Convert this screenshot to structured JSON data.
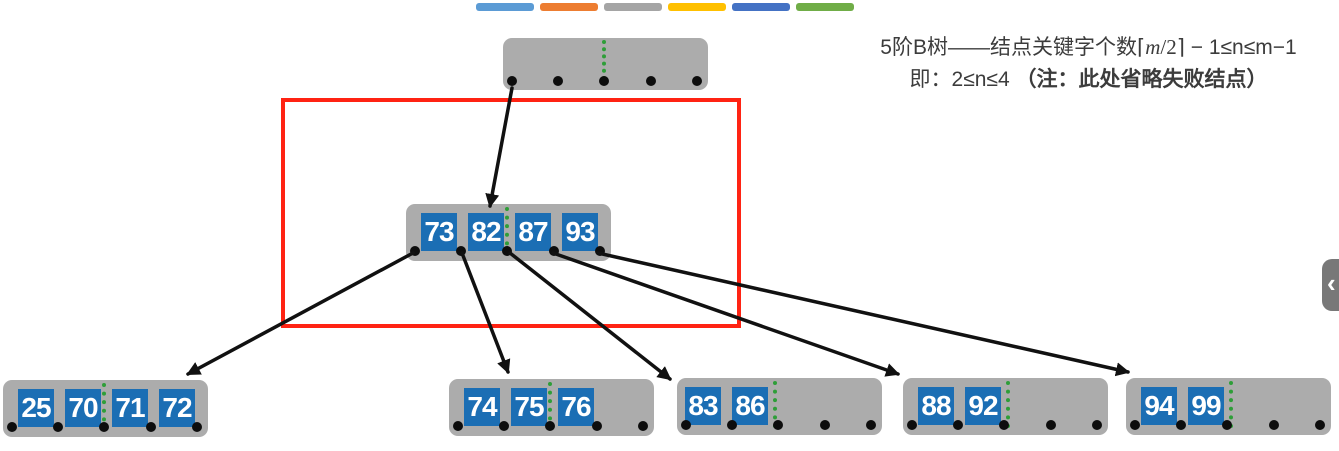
{
  "caption": {
    "line1": {
      "prefix": "5阶B树——结点关键字个数",
      "lceil": "⌈",
      "m1": "m",
      "frac": "/2",
      "rceil": "⌉",
      "mid": " − 1≤n≤",
      "m2": "m",
      "tail": "−1"
    },
    "line2": {
      "normal": "即：2≤n≤4 ",
      "bold": "（注：此处省略失败结点）"
    }
  },
  "toolbar_bars": {
    "colors": [
      "#5B9BD5",
      "#ED7D31",
      "#A5A5A5",
      "#FFC000",
      "#4472C4",
      "#70AD47"
    ]
  },
  "side_tab": {
    "chevron": "‹"
  },
  "tree": {
    "order_label": "5阶B树",
    "root": {
      "keys": []
    },
    "internal": {
      "keys": [
        "73",
        "82",
        "87",
        "93"
      ]
    },
    "leaves": [
      {
        "keys": [
          "25",
          "70",
          "71",
          "72"
        ]
      },
      {
        "keys": [
          "74",
          "75",
          "76"
        ]
      },
      {
        "keys": [
          "83",
          "86"
        ]
      },
      {
        "keys": [
          "88",
          "92"
        ]
      },
      {
        "keys": [
          "94",
          "99"
        ]
      }
    ]
  },
  "colors": {
    "node_gray": "#ACACAC",
    "key_blue": "#1B6EB4",
    "divider_green": "#2E9E38",
    "highlight_red": "#FF2313",
    "arrow_black": "#111111",
    "pointer_dot": "#0D0D0D"
  }
}
